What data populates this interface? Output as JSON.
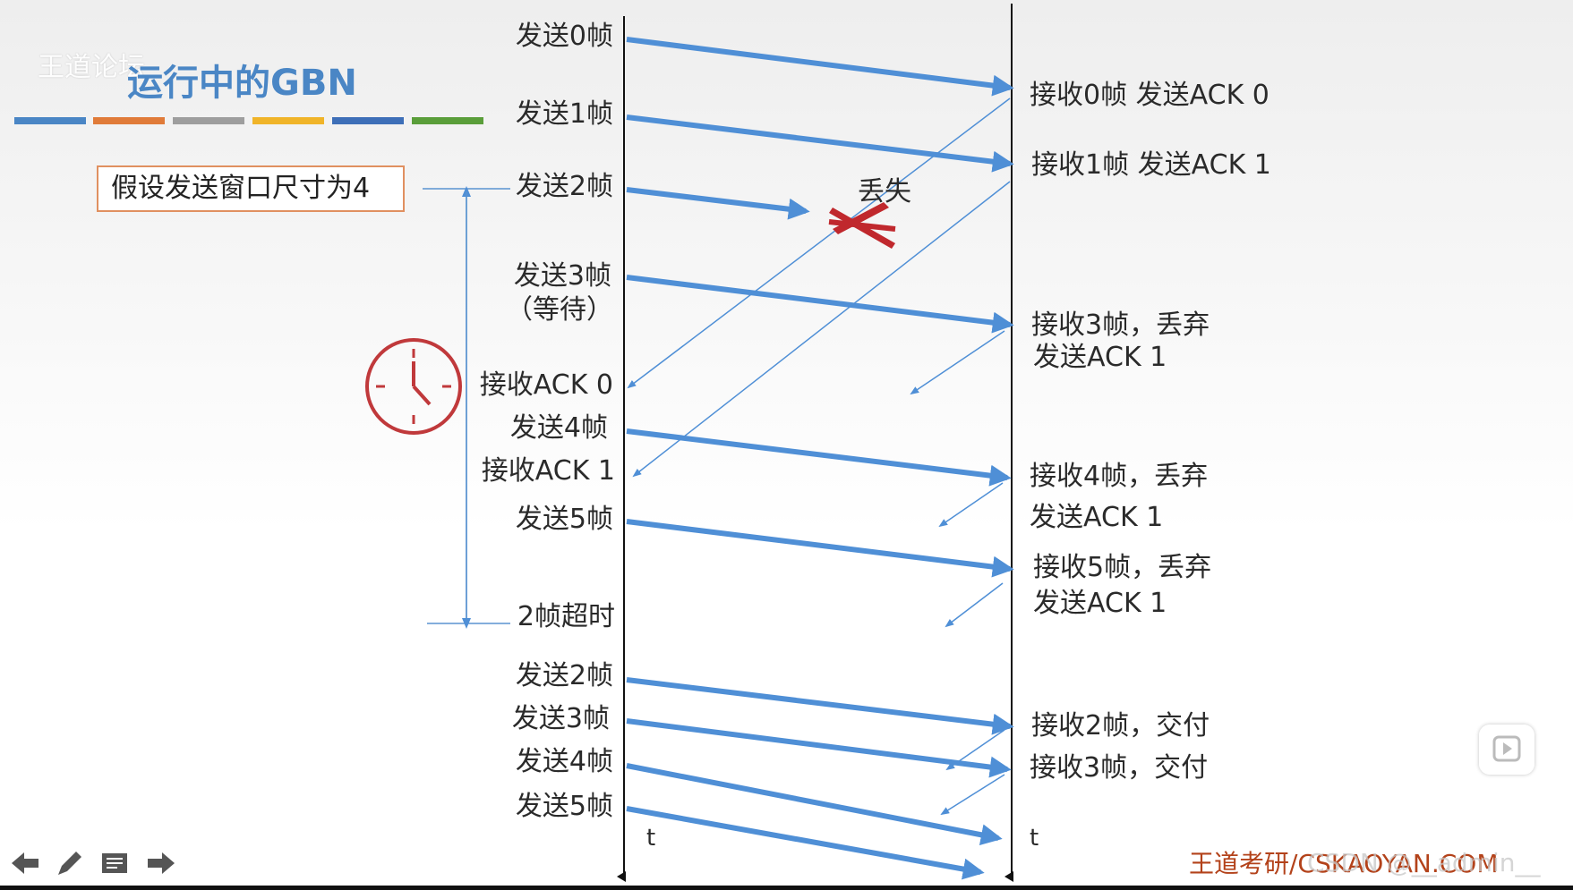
{
  "header": {
    "watermark": "王道论坛",
    "title": "运行中的GBN"
  },
  "accent_bar_colors": [
    "#4a86c5",
    "#e07b39",
    "#9e9e9e",
    "#f0b429",
    "#3e6fb8",
    "#5a9e3a"
  ],
  "assumption": "假设发送窗口尺寸为4",
  "sender_events": {
    "send0": "发送0帧",
    "send1": "发送1帧",
    "send2": "发送2帧",
    "send3": "发送3帧",
    "wait": "（等待）",
    "recv_ack0": "接收ACK 0",
    "send4": "发送4帧",
    "recv_ack1": "接收ACK 1",
    "send5": "发送5帧",
    "timeout": "2帧超时",
    "resend2": "发送2帧",
    "resend3": "发送3帧",
    "resend4": "发送4帧",
    "resend5": "发送5帧"
  },
  "loss_label": "丢失",
  "receiver_events": {
    "r0": "接收0帧 发送ACK 0",
    "r1": "接收1帧 发送ACK 1",
    "r3a": "接收3帧，丢弃",
    "r3b": "发送ACK 1",
    "r4a": "接收4帧，丢弃",
    "r4b": "发送ACK 1",
    "r5a": "接收5帧，丢弃",
    "r5b": "发送ACK 1",
    "r2": "接收2帧，交付",
    "r3": "接收3帧，交付"
  },
  "time_axis_label": "t",
  "footer": {
    "brand": "王道考研/CSKAOYAN.COM",
    "watermark": "CSDN @__admin__"
  },
  "icons": {
    "clock": "clock-icon",
    "loss_mark": "cross-icon",
    "prev": "arrow-left-icon",
    "pen": "pen-icon",
    "notes": "notes-icon",
    "next": "arrow-right-icon",
    "play": "play-icon"
  },
  "colors": {
    "frame_arrow": "#4f8fd6",
    "ack_arrow": "#4f8fd6",
    "loss_cross": "#c0282d",
    "clock": "#c0393b",
    "assumption_border": "#e09060"
  }
}
